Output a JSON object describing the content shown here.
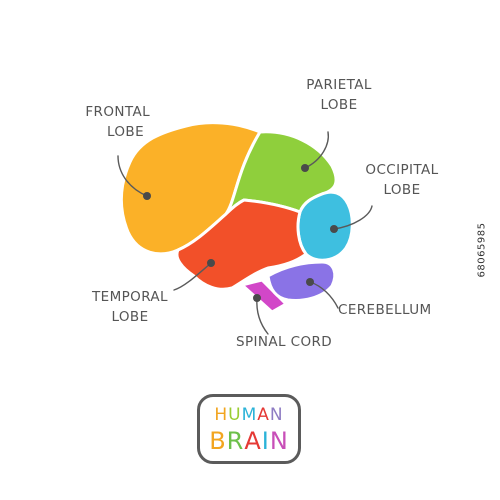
{
  "labels": {
    "frontal": [
      "FRONTAL",
      "LOBE"
    ],
    "parietal": [
      "PARIETAL",
      "LOBE"
    ],
    "occipital": [
      "OCCIPITAL",
      "LOBE"
    ],
    "temporal": [
      "TEMPORAL",
      "LOBE"
    ],
    "cerebellum": "CEREBELLUM",
    "spinal_cord": "SPINAL CORD"
  },
  "title": {
    "line1": [
      "H",
      "U",
      "M",
      "A",
      "N"
    ],
    "line2": [
      "B",
      "R",
      "A",
      "I",
      "N"
    ],
    "line1_colors": [
      "#f2a51f",
      "#9acd32",
      "#2bb3d8",
      "#e53935",
      "#8e7cc3"
    ],
    "line2_colors": [
      "#f2a51f",
      "#6cc04a",
      "#e53935",
      "#2bb3d8",
      "#c84fb8"
    ]
  },
  "stock_id": "68065985",
  "colors": {
    "frontal": "#fbb128",
    "parietal": "#8fcf3c",
    "occipital": "#3ebfe0",
    "temporal": "#f25029",
    "cerebellum": "#8a73e6",
    "spinal_cord": "#d247c8",
    "dots": "#4a4a4a",
    "text": "#555555"
  }
}
